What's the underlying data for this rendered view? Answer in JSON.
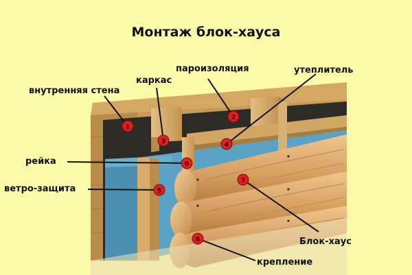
{
  "title": "Монтаж блок-хауса",
  "labels": {
    "inner_wall": "внутренняя стена",
    "frame": "каркас",
    "vapor_barrier": "пароизоляция",
    "insulation": "утеплитель",
    "batten": "рейка",
    "wind_barrier": "ветро-защита",
    "block_house": "Блок-хаус",
    "fastening": "крепление"
  },
  "markers": [
    "1",
    "2",
    "3",
    "4",
    "5",
    "6",
    "7",
    "8"
  ],
  "colors": {
    "background": "#fafaa8",
    "marker": "#e02020",
    "wood_log": "#d8a468",
    "wind_membrane": "#5aa3c4",
    "insulation": "#2d2b25",
    "inner_wall": "#c79a55"
  }
}
